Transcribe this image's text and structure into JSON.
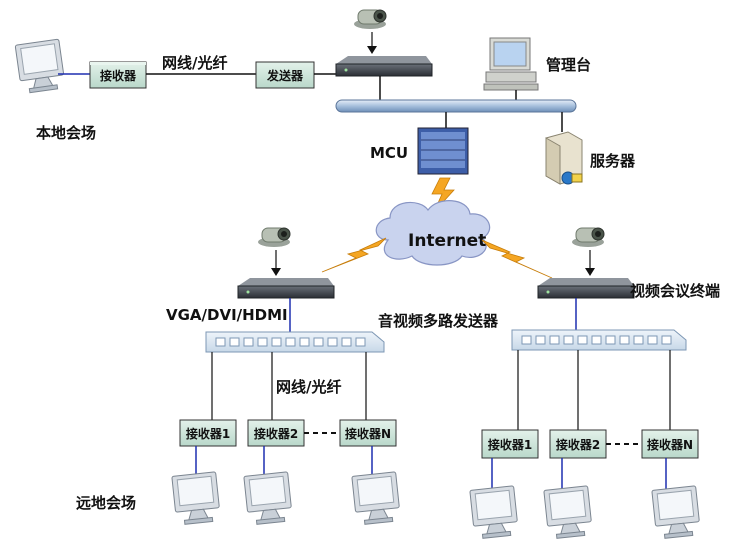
{
  "labels": {
    "local_venue": "本地会场",
    "remote_venue": "远地会场",
    "cable_top": "网线/光纤",
    "cable_mid": "网线/光纤",
    "receiver": "接收器",
    "sender": "发送器",
    "management": "管理台",
    "mcu": "MCU",
    "server": "服务器",
    "internet": "Internet",
    "vga": "VGA/DVI/HDMI",
    "multi_sender": "音视频多路发送器",
    "vc_terminal": "视频会议终端"
  },
  "left_receivers": [
    "接收器1",
    "接收器2",
    "接收器N"
  ],
  "right_receivers": [
    "接收器1",
    "接收器2",
    "接收器N"
  ],
  "colors": {
    "box_fill": "#cfe6dc",
    "switch_fill": "#dde9f3",
    "bus_fill": "#a9c3df",
    "lightning": "#f5a623",
    "cable_blue": "#1e2fb0"
  }
}
